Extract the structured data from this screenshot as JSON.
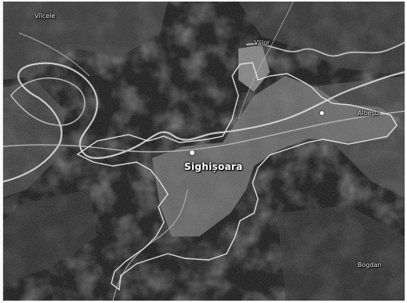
{
  "map": {
    "city_label": "Sighișoara",
    "place_labels": {
      "top_left": "Vîlcele",
      "top_center": "Viilor",
      "right": "Albești",
      "bottom_right": "Bogdan"
    },
    "colors": {
      "boundary": "#e6e6e6",
      "river": "#d9d9d9",
      "road": "#bfbfbf",
      "terrain_dark": "#0c0c0c",
      "terrain_mid": "#2e2e2e",
      "urban": "#7a7a7a"
    },
    "layer": "satellite"
  }
}
